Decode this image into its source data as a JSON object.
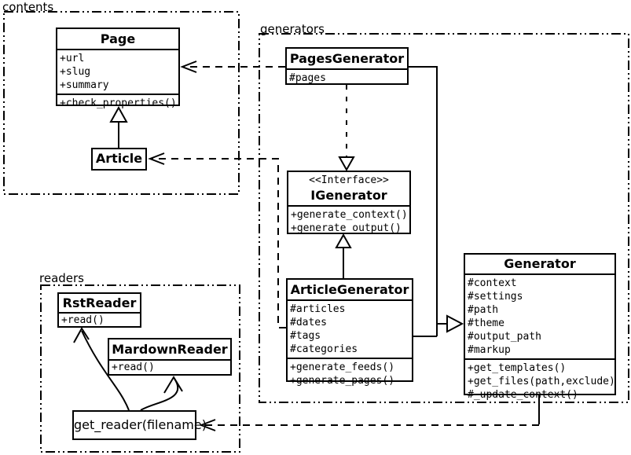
{
  "packages": {
    "contents": {
      "label": "contents"
    },
    "generators": {
      "label": "generators"
    },
    "readers": {
      "label": "readers"
    }
  },
  "classes": {
    "page": {
      "title": "Page",
      "attributes": [
        "+url",
        "+slug",
        "+summary"
      ],
      "methods": [
        "+check_properties()"
      ]
    },
    "article": {
      "title": "Article"
    },
    "pages_generator": {
      "title": "PagesGenerator",
      "attributes": [
        "#pages"
      ]
    },
    "igenerator": {
      "stereotype": "<<Interface>>",
      "title": "IGenerator",
      "methods": [
        "+generate_context()",
        "+generate_output()"
      ]
    },
    "article_generator": {
      "title": "ArticleGenerator",
      "attributes": [
        "#articles",
        "#dates",
        "#tags",
        "#categories"
      ],
      "methods": [
        "+generate_feeds()",
        "+generate_pages()"
      ]
    },
    "generator": {
      "title": "Generator",
      "attributes": [
        "#context",
        "#settings",
        "#path",
        "#theme",
        "#output_path",
        "#markup"
      ],
      "methods": [
        "+get_templates()",
        "+get_files(path,exclude)",
        "#_update_context()"
      ]
    },
    "rst_reader": {
      "title": "RstReader",
      "methods": [
        "+read()"
      ]
    },
    "mardown_reader": {
      "title": "MardownReader",
      "methods": [
        "+read()"
      ]
    },
    "get_reader": {
      "title": "get_reader(filename)"
    }
  },
  "relationships": [
    {
      "type": "generalization",
      "from": "Article",
      "to": "Page"
    },
    {
      "type": "dependency",
      "from": "PagesGenerator",
      "to": "Page"
    },
    {
      "type": "dependency",
      "from": "ArticleGenerator",
      "to": "Article"
    },
    {
      "type": "realization",
      "from": "PagesGenerator",
      "to": "IGenerator"
    },
    {
      "type": "generalization",
      "from": "ArticleGenerator",
      "to": "IGenerator"
    },
    {
      "type": "generalization",
      "from": "PagesGenerator",
      "to": "Generator"
    },
    {
      "type": "generalization",
      "from": "ArticleGenerator",
      "to": "Generator"
    },
    {
      "type": "dependency",
      "from": "Generator",
      "to": "get_reader(filename)"
    },
    {
      "type": "association",
      "from": "get_reader(filename)",
      "to": "RstReader"
    },
    {
      "type": "association",
      "from": "get_reader(filename)",
      "to": "MardownReader"
    }
  ],
  "colors": {
    "line": "#000000",
    "background": "#ffffff",
    "box_fill": "#ffffff"
  }
}
